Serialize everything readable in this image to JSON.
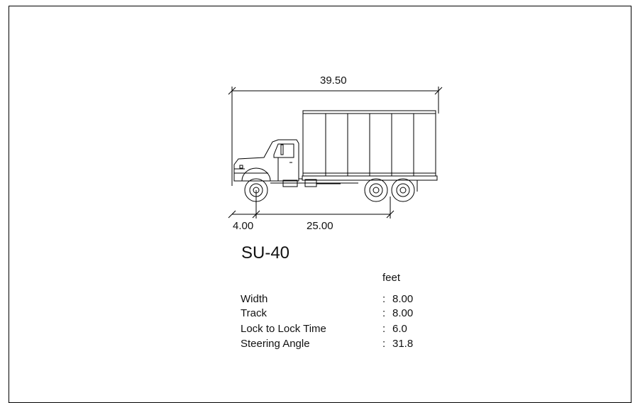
{
  "vehicle": {
    "name": "SU-40",
    "units": "feet",
    "dimensions": {
      "overall_length": "39.50",
      "front_overhang": "4.00",
      "wheelbase": "25.00"
    },
    "specs": [
      {
        "label": "Width",
        "value": "8.00"
      },
      {
        "label": "Track",
        "value": "8.00"
      },
      {
        "label": "Lock to Lock Time",
        "value": "6.0"
      },
      {
        "label": "Steering Angle",
        "value": "31.8"
      }
    ],
    "separator": ":"
  }
}
